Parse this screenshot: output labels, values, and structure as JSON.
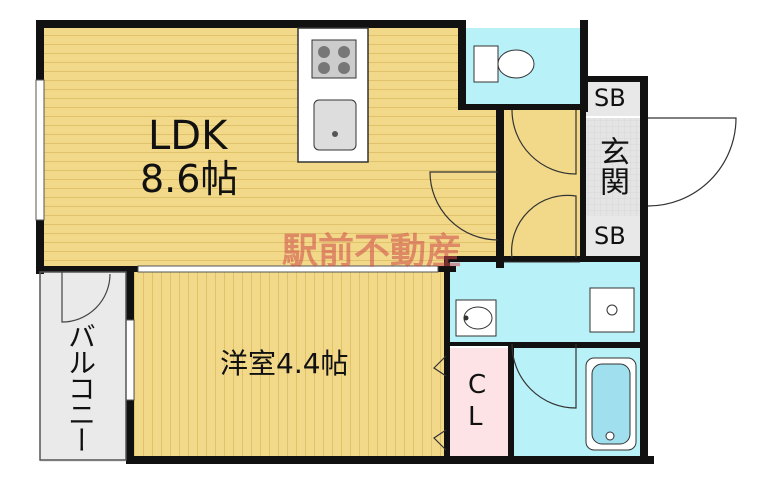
{
  "rooms": {
    "ldk": {
      "name": "LDK",
      "size": "8.6帖"
    },
    "western": {
      "label": "洋室4.4帖"
    },
    "entrance": "玄関",
    "storage_top": "SB",
    "storage_bottom": "SB",
    "closet_c": "C",
    "closet_l": "L",
    "balcony": "バルコニー"
  },
  "watermark": "駅前不動産",
  "colors": {
    "floor_wood": "#f2d98a",
    "wood_line": "#e0c26a",
    "wet_area": "#b8f1f7",
    "closet": "#fde3e6",
    "entrance": "#e8e8e8",
    "balcony": "#eaeaea",
    "wall": "#111111"
  }
}
